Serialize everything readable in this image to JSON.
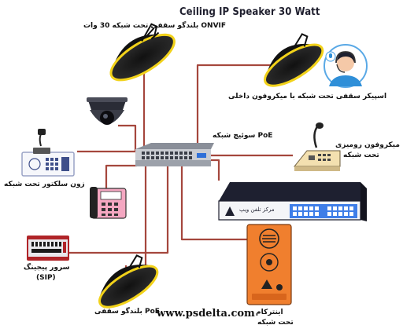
{
  "title": "Ceiling IP Speaker 30 Watt",
  "website": "www.psdelta.com",
  "labels": {
    "onvif_speaker": "بلندگو سقفی تحت شبکه 30 وات ONVIF",
    "mic_speaker_line1": "اسپیکر سقفی تحت شبکه  با میکروفون داخلی",
    "poe_switch": "سوئیچ شبکه PoE",
    "desk_mic_line1": "میکروفون رومیزی",
    "desk_mic_line2": "تحت شبکه",
    "zone_selector": "زون سلکتور تحت شبکه",
    "paging_server_line1": "سرور پیجینگ",
    "paging_server_line2": "(SIP)",
    "poe_speaker": "بلندگو سقفی PoE",
    "intercom_line1": "اینترکام",
    "intercom_line2": "تحت شبکه",
    "voip_center": "مرکز تلفن ویپ"
  },
  "colors": {
    "cable": "#a5473d",
    "speaker_rim": "#f2d21a",
    "intercom": "#f07f2e",
    "voip_blue": "#3f7ee8",
    "dark": "#1e2030"
  },
  "icons": [
    "ceiling-speaker-icon",
    "dome-camera-icon",
    "ip-phone-icon",
    "network-switch-icon",
    "desk-microphone-icon",
    "zone-selector-icon",
    "paging-server-icon",
    "voip-pbx-icon",
    "intercom-panel-icon",
    "operator-headset-icon"
  ]
}
